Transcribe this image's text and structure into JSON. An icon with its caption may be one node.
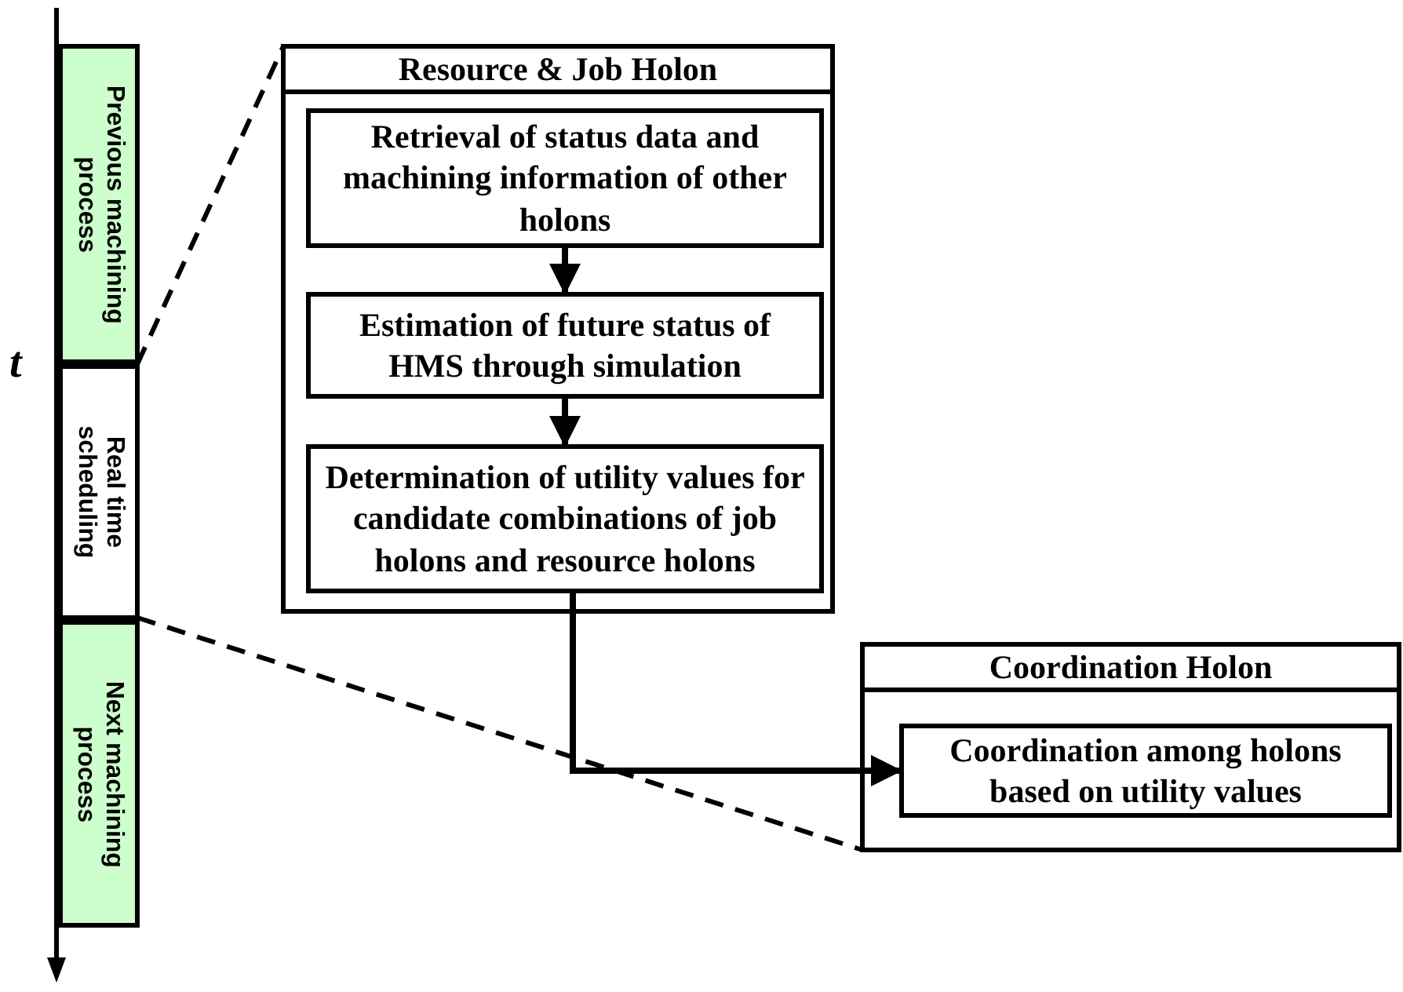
{
  "diagram": {
    "nodes": [
      {
        "text": [
          "Previous machining process"
        ]
      },
      {
        "text": [
          "Real time scheduling"
        ]
      },
      {
        "text": [
          "Next machining process"
        ]
      },
      {
        "text": [
          "Resource & Job Holon"
        ]
      },
      {
        "text": [
          "Retrieval of status data and machining information of other holons"
        ],
        "in": 3
      },
      {
        "text": [
          "Estimation of future status of HMS through simulation"
        ],
        "in": 3
      },
      {
        "text": [
          "Determination of utility values for candidate combinations of job holons and resource holons"
        ],
        "in": 3
      },
      {
        "text": [
          "Coordination Holon"
        ]
      },
      {
        "text": [
          "Coordination among holons based on utility values"
        ],
        "in": 7
      }
    ],
    "edges": [
      {
        "from": 4,
        "to": 5,
        "arrow": "to"
      },
      {
        "from": 5,
        "to": 6,
        "arrow": "to"
      },
      {
        "from": 6,
        "to": 8,
        "arrow": "to"
      },
      {
        "from": 1,
        "to": 3,
        "arrow": "none",
        "style": "dashed"
      },
      {
        "from": 1,
        "to": 7,
        "arrow": "none",
        "style": "dashed"
      }
    ],
    "labels": [
      "t"
    ]
  }
}
